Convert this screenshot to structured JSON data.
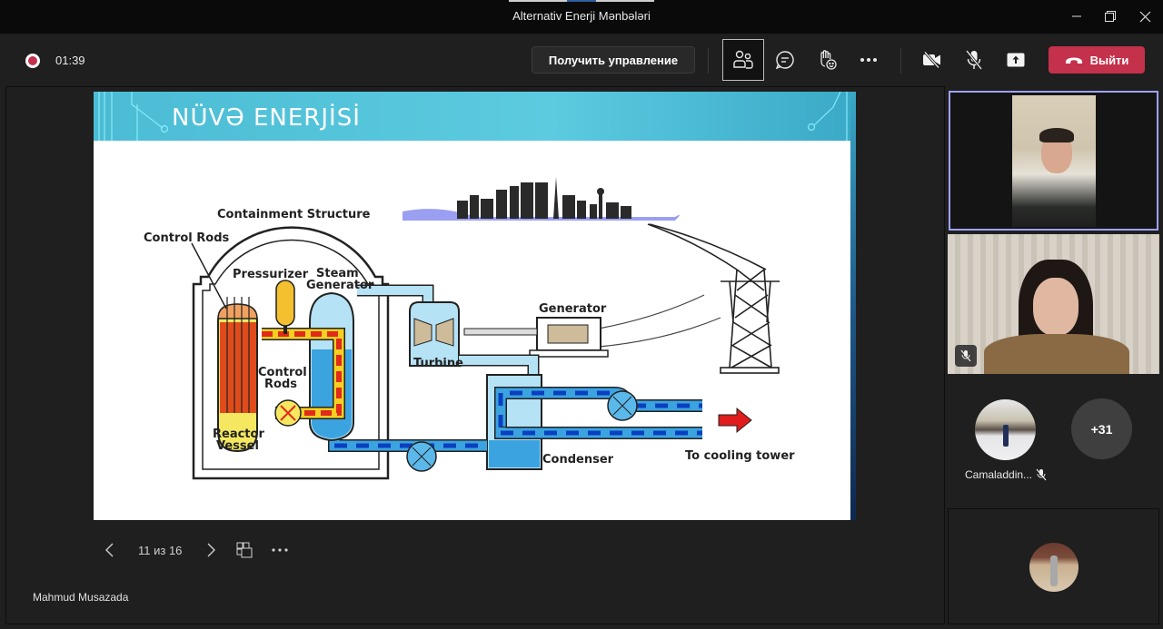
{
  "window": {
    "title": "Alternativ Enerji Mənbələri",
    "controls": {
      "minimize": "minimize-icon",
      "maximize": "restore-icon",
      "close": "close-icon"
    }
  },
  "toolbar": {
    "recording_icon": "record-icon",
    "timer": "01:39",
    "take_control_label": "Получить управление",
    "icons": [
      "participants-icon",
      "chat-icon",
      "raise-hand-icon",
      "more-icon",
      "camera-off-icon",
      "mic-off-icon",
      "share-icon"
    ],
    "leave_label": "Выйти",
    "colors": {
      "leave": "#c4314b",
      "record": "#c4314b"
    }
  },
  "slide": {
    "title": "NÜVƏ ENERJİSİ",
    "diagram": {
      "labels": {
        "containment": "Containment Structure",
        "control_rods_top": "Control Rods",
        "pressurizer": "Pressurizer",
        "steam": "Steam",
        "generator_sg": "Generator",
        "control_rods_inner_1": "Control",
        "control_rods_inner_2": "Rods",
        "reactor_1": "Reactor",
        "reactor_2": "Vessel",
        "turbine": "Turbine",
        "generator": "Generator",
        "condenser": "Condenser",
        "cooling": "To cooling tower"
      }
    },
    "colors": {
      "header": "#4bbcd4"
    }
  },
  "slide_nav": {
    "page_text": "11 из 16",
    "current": 11,
    "total": 16
  },
  "presenter": {
    "name": "Mahmud Musazada"
  },
  "gallery": {
    "participants": [
      {
        "type": "video",
        "active_speaker": true
      },
      {
        "type": "video",
        "muted": true
      }
    ],
    "avatar_participant": {
      "name": "Camaladdin...",
      "muted": true
    },
    "overflow_count": "+31",
    "highlight_color": "#9ea2ff"
  }
}
